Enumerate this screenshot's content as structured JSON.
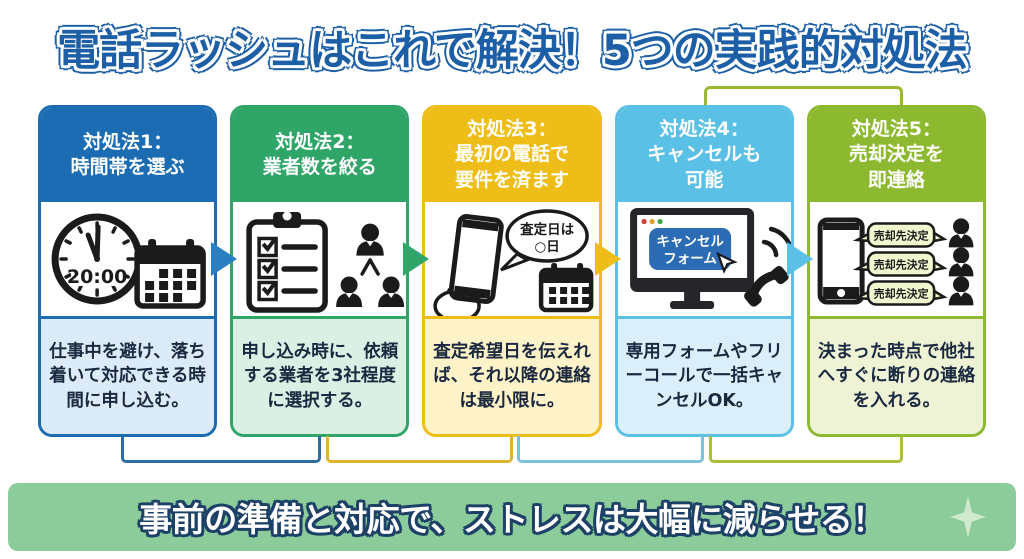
{
  "title": "電話ラッシュはこれで解決！5つの実践的対処法",
  "footer": {
    "text": "事前の準備と対応で、ストレスは大幅に減らせる！",
    "sparkle_icon": "four-point-sparkle"
  },
  "colors": {
    "title_blue": "#1d5fa6",
    "banner_green": "#8ccb9a",
    "card_headers": [
      "#1c6cb4",
      "#2fa567",
      "#eebd17",
      "#5bc0e6",
      "#8db931"
    ],
    "card_tints": [
      "#dcebf8",
      "#dbf0e4",
      "#fdf2c8",
      "#daeffa",
      "#edf3d4"
    ],
    "arrows": [
      "#2a7fc2",
      "#2fa567",
      "#eebd17",
      "#5bc0e6"
    ],
    "bottom_connectors": [
      "#2d6e9e",
      "#dfb42e",
      "#7cc0dc",
      "#a9bf3c"
    ],
    "top_bracket": "#9ab832",
    "cancel_button_blue": "#2b6cb4"
  },
  "cards": [
    {
      "header_lines": [
        "対処法1：",
        "時間帯を選ぶ"
      ],
      "desc": "仕事中を避け、落ち着いて対応できる時間に申し込む。",
      "icons": [
        "clock-icon",
        "calendar-icon"
      ],
      "clock_time": "20:00"
    },
    {
      "header_lines": [
        "対処法2：",
        "業者数を絞る"
      ],
      "desc": "申し込み時に、依頼する業者を3社程度に選択する。",
      "icons": [
        "checklist-icon",
        "people-icon"
      ]
    },
    {
      "header_lines": [
        "対処法3：",
        "最初の電話で",
        "要件を済ます"
      ],
      "desc": "査定希望日を伝えれば、それ以降の連絡は最小限に。",
      "icons": [
        "hand-smartphone-icon",
        "speech-bubble-icon",
        "calendar-icon"
      ],
      "bubble_lines": [
        "査定日は",
        "○日"
      ]
    },
    {
      "header_lines": [
        "対処法4：",
        "キャンセルも",
        "可能"
      ],
      "desc": "専用フォームやフリーコールで一括キャンセルOK。",
      "icons": [
        "monitor-icon",
        "cursor-icon",
        "phone-call-icon"
      ],
      "button_lines": [
        "キャンセル",
        "フォーム"
      ]
    },
    {
      "header_lines": [
        "対処法5：",
        "売却決定を",
        "即連絡"
      ],
      "desc": "決まった時点で他社へすぐに断りの連絡を入れる。",
      "icons": [
        "smartphone-icon",
        "speech-bubbles-icon",
        "people-icon"
      ],
      "bubbles": [
        "売却先決定",
        "売却先決定",
        "売却先決定"
      ]
    }
  ]
}
